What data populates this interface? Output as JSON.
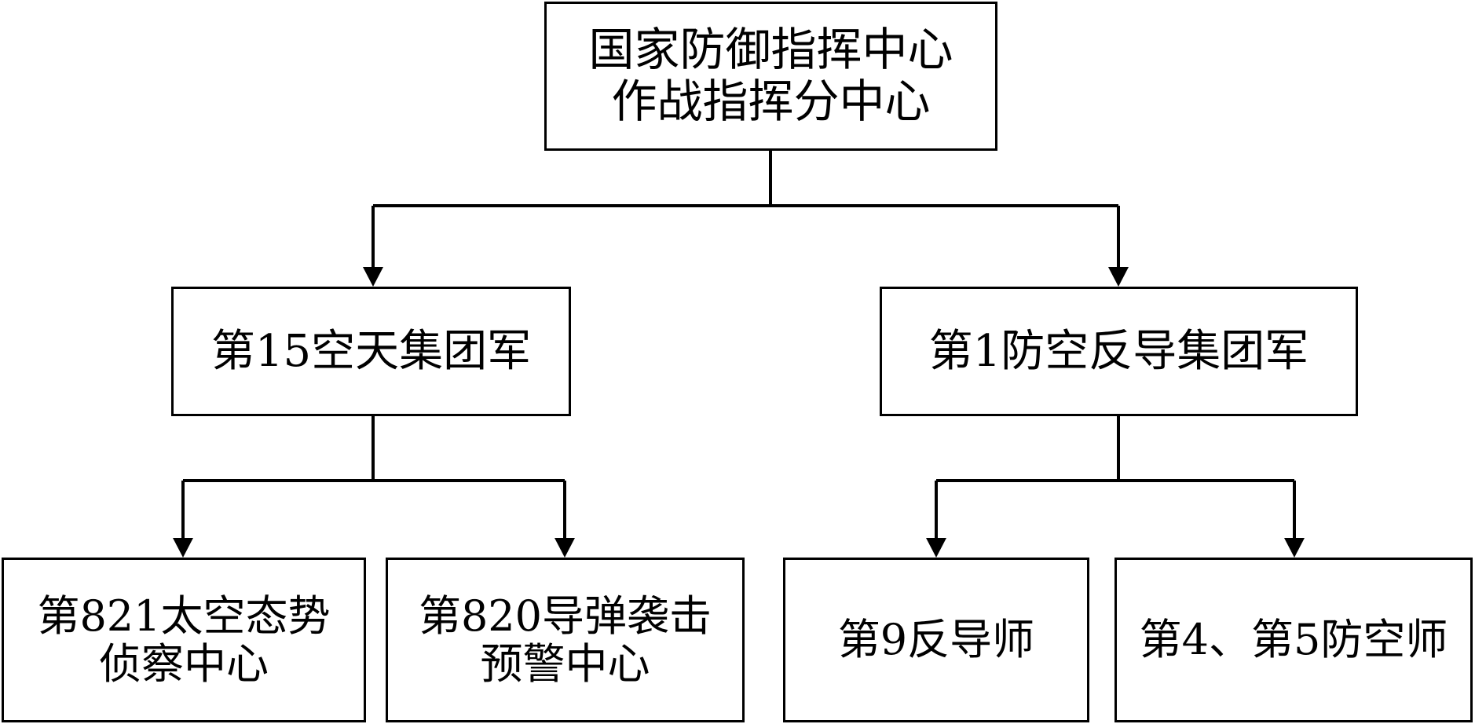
{
  "diagram": {
    "root": {
      "lines": [
        "国家防御指挥中心",
        "作战指挥分中心"
      ]
    },
    "left": {
      "label": "第15空天集团军",
      "children": [
        {
          "lines": [
            "第821太空态势",
            "侦察中心"
          ]
        },
        {
          "lines": [
            "第820导弹袭击",
            "预警中心"
          ]
        }
      ]
    },
    "right": {
      "label": "第1防空反导集团军",
      "children": [
        {
          "lines": [
            "第9反导师"
          ]
        },
        {
          "lines": [
            "第4、第5防空师"
          ]
        }
      ]
    }
  },
  "colors": {
    "line": "#000000",
    "box_border": "#000000",
    "box_fill": "#ffffff",
    "text": "#000000"
  }
}
